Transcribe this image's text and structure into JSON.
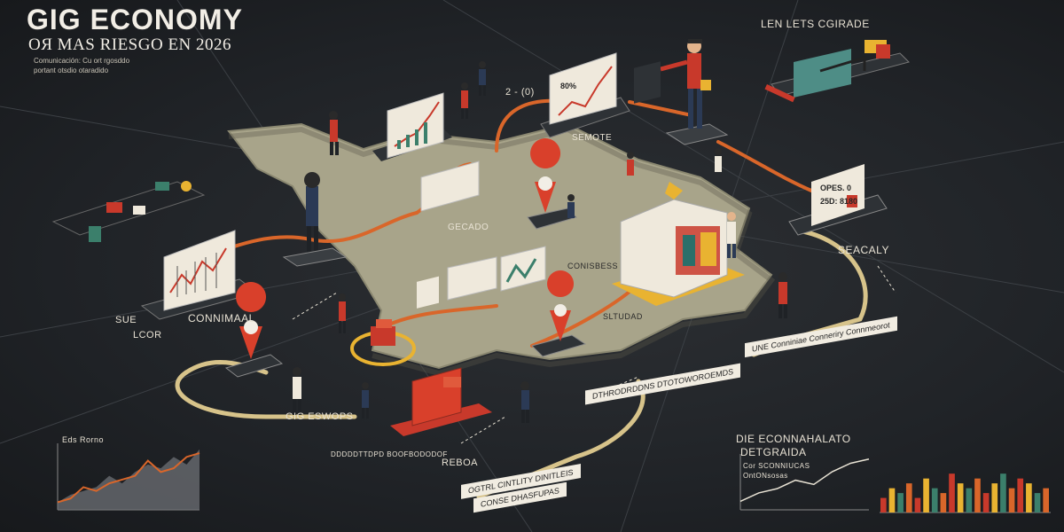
{
  "header": {
    "title": "GIG ECONOMY",
    "subtitle": "OЯ MAS RIESGO EN 2026",
    "intro_line1": "Comunicación: Cu ort rgosddo",
    "intro_line2": "portant otsdio otaradido"
  },
  "labels": {
    "top_right": "LEN LETS CGIRADE",
    "top_center": "2 - (0)",
    "tag_semote": "SEMOTE",
    "tag_gecado": "GECADO",
    "tag_conisbess": "CONISBESS",
    "tag_sltudad": "SLTUDAD",
    "tag_seacaly": "SEACALY",
    "tag_lcor": "LCOR",
    "tag_sue": "SUE",
    "tag_connimal": "CONNIMAAL",
    "tag_gig": "GIG ESWOPS",
    "tag_reboa": "REBOA",
    "card_opes": "OPES. 0",
    "card_opes2": "25D: 8180",
    "card_percent": "80%",
    "bottom_left_chart_label": "Eds Rorno",
    "bottom_right_title1": "DIE ECONNAHALATO",
    "bottom_right_title2": "DETGRAIDA",
    "bottom_right_sub": "Cor SCONNIUCAS",
    "bottom_right_sub2": "OntONsosas",
    "banner_right": "UNE Conniniae Conneriry Connmeorot",
    "banner_bottom1": "OGTRL CINTLITY DINITLEIS",
    "banner_bottom2": "CONSE DHASFUPAS",
    "banner_center": "DTHRODRDDNS DTOTOWOROEMDS",
    "banner_low": "DDDDDTTDPD BOOFBODODOF"
  },
  "colors": {
    "background": "#1f2226",
    "map": "#a9a58a",
    "accent_red": "#c8392b",
    "accent_orange": "#d9662a",
    "accent_yellow": "#e9b331",
    "card": "#efe9dc"
  },
  "icons": [
    "map-pin-icon",
    "worker-figure-icon",
    "delivery-truck-icon",
    "chart-card-icon",
    "laptop-icon",
    "target-icon"
  ],
  "chart_data": [
    {
      "type": "area",
      "title": "",
      "x": [
        1,
        2,
        3,
        4,
        5,
        6,
        7,
        8,
        9,
        10,
        11,
        12
      ],
      "series": [
        {
          "values": [
            1,
            2,
            2.5,
            3,
            4.5,
            3.5,
            5,
            6,
            5.5,
            7,
            6,
            8
          ]
        },
        {
          "values": [
            1,
            1.5,
            3,
            2.5,
            3.5,
            4,
            4.5,
            6.5,
            5,
            5.5,
            7,
            7.5
          ]
        }
      ]
    },
    {
      "type": "bar",
      "title": "",
      "categories": [
        "1",
        "2",
        "3",
        "4",
        "5",
        "6",
        "7",
        "8",
        "9",
        "10",
        "11",
        "12",
        "13",
        "14",
        "15",
        "16",
        "17",
        "18",
        "19",
        "20"
      ],
      "values": [
        3,
        5,
        4,
        6,
        3,
        7,
        5,
        4,
        8,
        6,
        5,
        7,
        4,
        6,
        8,
        5,
        7,
        6,
        4,
        5
      ]
    },
    {
      "type": "line",
      "title": "",
      "x": [
        1,
        2,
        3,
        4,
        5,
        6,
        7,
        8
      ],
      "series": [
        {
          "values": [
            1,
            2,
            2.5,
            3.5,
            3,
            4.5,
            5.5,
            6
          ]
        }
      ]
    }
  ]
}
